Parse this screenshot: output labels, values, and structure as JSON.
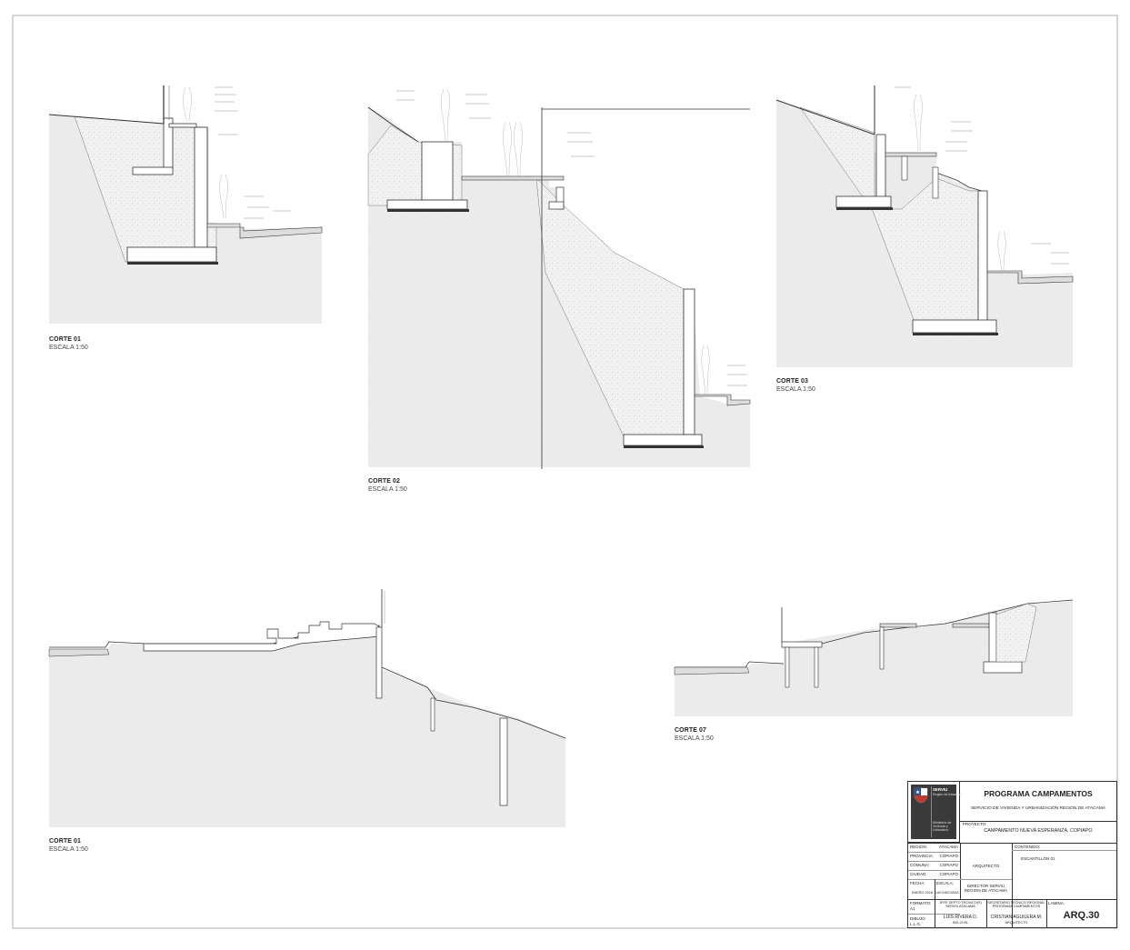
{
  "sections": [
    {
      "id": "corte-01-top",
      "title": "CORTE 01",
      "scale": "ESCALA 1:50"
    },
    {
      "id": "corte-02",
      "title": "CORTE 02",
      "scale": "ESCALA 1:50"
    },
    {
      "id": "corte-03",
      "title": "CORTE 03",
      "scale": "ESCALA 1:50"
    },
    {
      "id": "corte-01-bottom",
      "title": "CORTE 01",
      "scale": "ESCALA 1:50"
    },
    {
      "id": "corte-07",
      "title": "CORTE 07",
      "scale": "ESCALA 1:50"
    }
  ],
  "title_block": {
    "logo": {
      "agency": "SERVIU",
      "agency_sub": "Región de Atacama",
      "ministry_line1": "Ministerio de",
      "ministry_line2": "Vivienda y",
      "ministry_line3": "Urbanismo"
    },
    "program": "PROGRAMA CAMPAMENTOS",
    "service": "SERVICIO DE VIVIENDA Y URBANIZACIÓN REGIÓN DE ATACAMA",
    "project_label": "PROYECTO:",
    "project": "CAMPAMENTO NUEVA ESPERANZA, COPIAPO",
    "fields": {
      "region_label": "REGION:",
      "region": "ATACAMA",
      "provincia_label": "PROVINCIA:",
      "provincia": "COPIAPO",
      "comuna_label": "COMUNA:",
      "comuna": "COPIAPO",
      "ciudad_label": "CIUDAD:",
      "ciudad": "COPIAPO",
      "fecha_label": "FECHA:",
      "fecha": "ENERO 2018",
      "escala_label": "ESCALA:",
      "escala": "LAS INDICADAS",
      "formato_label": "FORMATO:",
      "formato": "A1",
      "dibujo_label": "DIBUJO:",
      "dibujo": "L.L.G."
    },
    "arquitecto": "ARQUITECTO",
    "director_line1": "DIRECTOR SERVIU",
    "director_line2": "REGION DE ATACAMA",
    "jefe_line1": "JEFE DEPTO TECNICO(S)",
    "jefe_line2": "SERVIU ATACAMA",
    "jefe_name": "LUIS RIVERA D.",
    "jefe_title": "ING.CIVIL",
    "secretario_line1": "SECRETARIO TECNICO REGIONAL",
    "secretario_line2": "PROGRAMA CAMPAMENTOS",
    "secretario_name": "CRISTIAN AGUILERA M.",
    "secretario_title": "ARQUITECTO",
    "contenido_label": "CONTENIDO:",
    "contenido": "ESCANTILLÓN 01",
    "lamina_label": "LAMINA:",
    "lamina": "ARQ.30"
  },
  "colors": {
    "ground_fill": "#e9e9e9",
    "fill_soil": "#f3f3f3",
    "line": "#333333",
    "sheet_border": "#9a9a9a"
  }
}
